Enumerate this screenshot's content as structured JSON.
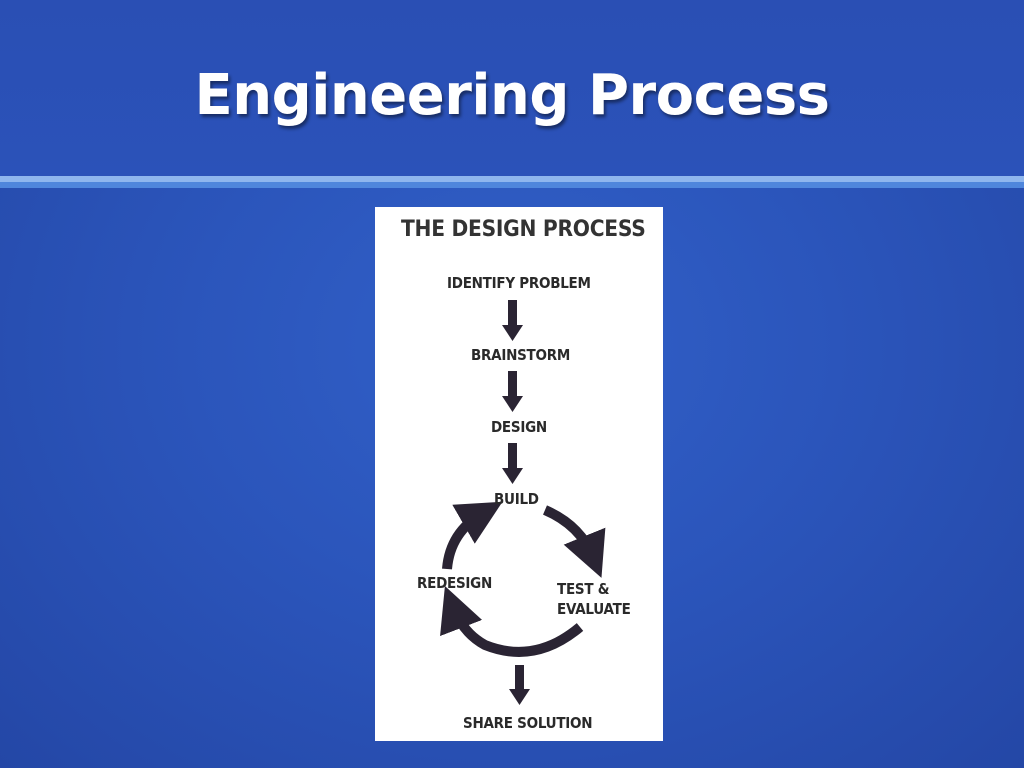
{
  "slide": {
    "title": "Engineering Process"
  },
  "figure": {
    "title": "THE DESIGN PROCESS",
    "steps": {
      "identify": "IDENTIFY PROBLEM",
      "brainstorm": "BRAINSTORM",
      "design": "DESIGN",
      "build": "BUILD",
      "redesign": "REDESIGN",
      "test_line1": "TEST &",
      "test_line2": "EVALUATE",
      "share": "SHARE SOLUTION"
    }
  },
  "colors": {
    "background": "#2b55bb",
    "accent_light": "#8fb6ee",
    "accent_mid": "#4f86dc",
    "ink": "#2a2433"
  }
}
